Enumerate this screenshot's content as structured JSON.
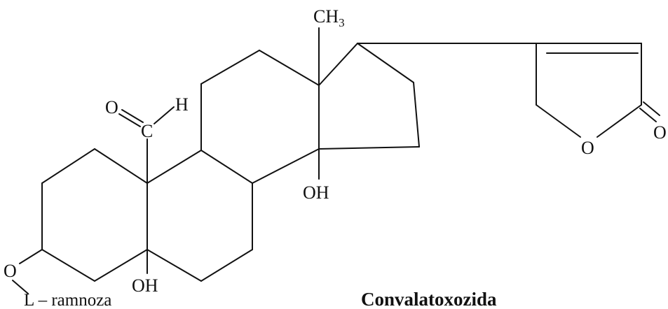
{
  "diagram": {
    "title": "Convalatoxozida",
    "sugar_label": "L – ramnoza",
    "atoms": {
      "methyl": "CH",
      "methyl_subscript": "3",
      "aldehyde_oxygen": "O",
      "aldehyde_carbon": "C",
      "aldehyde_hydrogen": "H",
      "hydroxyl_c14": "OH",
      "hydroxyl_c5": "OH",
      "glycosidic_oxygen": "O",
      "lactone_ring_oxygen": "O",
      "lactone_carbonyl_oxygen": "O"
    }
  },
  "colors": {
    "ink": "#111111",
    "paper": "#ffffff"
  }
}
